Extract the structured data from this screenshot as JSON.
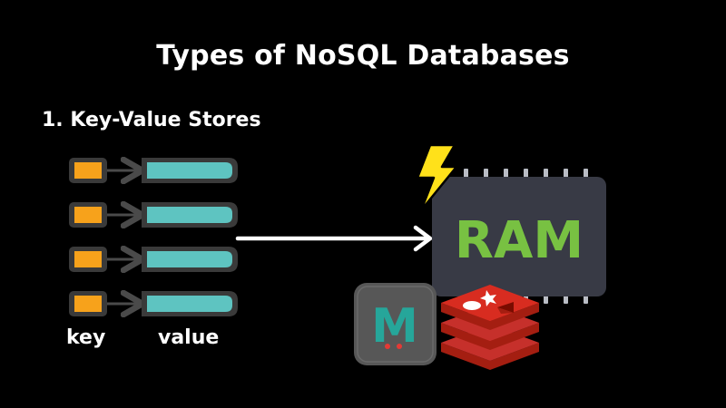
{
  "title": "Types of NoSQL Databases",
  "subtitle": "1. Key-Value Stores",
  "labels": {
    "key": "key",
    "value": "value"
  },
  "ram_label": "RAM",
  "memcached_letter": "M",
  "icons": {
    "lightning": "lightning-bolt-icon",
    "chip": "ram-chip-icon",
    "memcached": "memcached-logo",
    "redis": "redis-logo"
  },
  "colors": {
    "key_block": "#f7a21b",
    "value_block": "#5ec4c1",
    "row_frame": "#3a3a3a",
    "chip_body": "#383a45",
    "ram_text": "#78c142",
    "bolt": "#ffe11a",
    "redis": "#c6302b",
    "memcached_bg": "#575757",
    "memcached_letter": "#26a69a"
  },
  "rows": [
    {
      "id": 1
    },
    {
      "id": 2
    },
    {
      "id": 3
    },
    {
      "id": 4
    }
  ]
}
